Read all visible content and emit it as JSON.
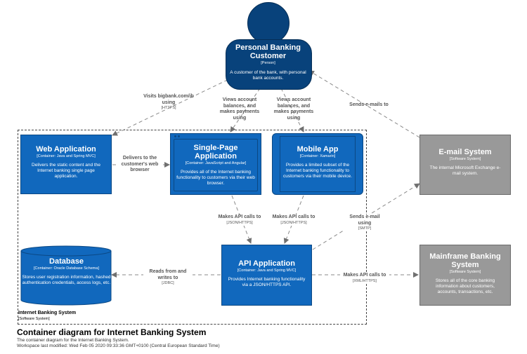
{
  "person": {
    "name": "Personal Banking Customer",
    "type": "[Person]",
    "description": "A customer of the bank, with personal bank accounts."
  },
  "containers": {
    "web_app": {
      "name": "Web Application",
      "type": "[Container: Java and Spring MVC]",
      "description": "Delivers the static content and the Internet banking single page application."
    },
    "spa": {
      "name": "Single-Page Application",
      "type": "[Container: JavaScript and Angular]",
      "description": "Provides all of the Internet banking functionality to customers via their web browser."
    },
    "mobile": {
      "name": "Mobile App",
      "type": "[Container: Xamarin]",
      "description": "Provides a limited subset of the Internet banking functionality to customers via their mobile device."
    },
    "database": {
      "name": "Database",
      "type": "[Container: Oracle Database Schema]",
      "description": "Stores user registration information, hashed authentication credentials, access logs, etc."
    },
    "api": {
      "name": "API Application",
      "type": "[Container: Java and Spring MVC]",
      "description": "Provides Internet banking functionality via a JSON/HTTPS API."
    }
  },
  "systems": {
    "email": {
      "name": "E-mail System",
      "type": "[Software System]",
      "description": "The internal Microsoft Exchange e-mail system."
    },
    "mainframe": {
      "name": "Mainframe Banking System",
      "type": "[Software System]",
      "description": "Stores all of the core banking information about customers, accounts, transactions, etc."
    }
  },
  "relationships": {
    "visits": {
      "label": "Visits bigbank.com/ib using",
      "tech": "[HTTPS]"
    },
    "views_spa": {
      "label": "Views account balances, and makes payments using",
      "tech": ""
    },
    "views_mobile": {
      "label": "Views account balances, and makes payments using",
      "tech": ""
    },
    "sends_emails_to": {
      "label": "Sends e-mails to",
      "tech": ""
    },
    "delivers": {
      "label": "Delivers to the customer's web browser",
      "tech": ""
    },
    "spa_api": {
      "label": "Makes API calls to",
      "tech": "[JSON/HTTPS]"
    },
    "mobile_api": {
      "label": "Makes API calls to",
      "tech": "[JSON/HTTPS]"
    },
    "sends_email": {
      "label": "Sends e-mail using",
      "tech": "[SMTP]"
    },
    "reads_writes": {
      "label": "Reads from and writes to",
      "tech": "[JDBC]"
    },
    "mainframe_api": {
      "label": "Makes API calls to",
      "tech": "[XML/HTTPS]"
    }
  },
  "boundary": {
    "name": "Internet Banking System",
    "type": "[Software System]"
  },
  "footer": {
    "title": "Container diagram for Internet Banking System",
    "description": "The container diagram for the Internet Banking System.",
    "modified": "Workspace last modified: Wed Feb 05 2020 09:33:36 GMT+0100 (Central European Standard Time)"
  },
  "colors": {
    "person": "#08427b",
    "container": "#1168bd",
    "external": "#999999"
  }
}
